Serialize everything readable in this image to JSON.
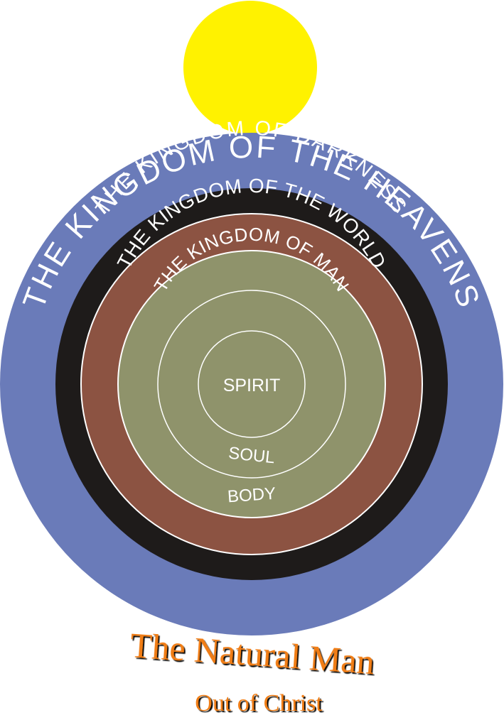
{
  "rings": [
    {
      "label": "THE KINGDOM OF THE HEAVENS",
      "color": "#6a7bb9"
    },
    {
      "label": "THE KINGDOM OF DARKNESS",
      "color": "#1e1b1a"
    },
    {
      "label": "THE KINGDOM OF THE WORLD",
      "color": "#8c5342"
    },
    {
      "label": "THE KINGDOM OF MAN",
      "color": "#8f936b"
    }
  ],
  "sun_color": "#fff200",
  "inner_labels": {
    "spirit": "SPIRIT",
    "soul": "SOUL",
    "body": "BODY"
  },
  "caption": {
    "title": "The Natural Man",
    "subtitle": "Out of Christ",
    "color": "#f07d12"
  }
}
